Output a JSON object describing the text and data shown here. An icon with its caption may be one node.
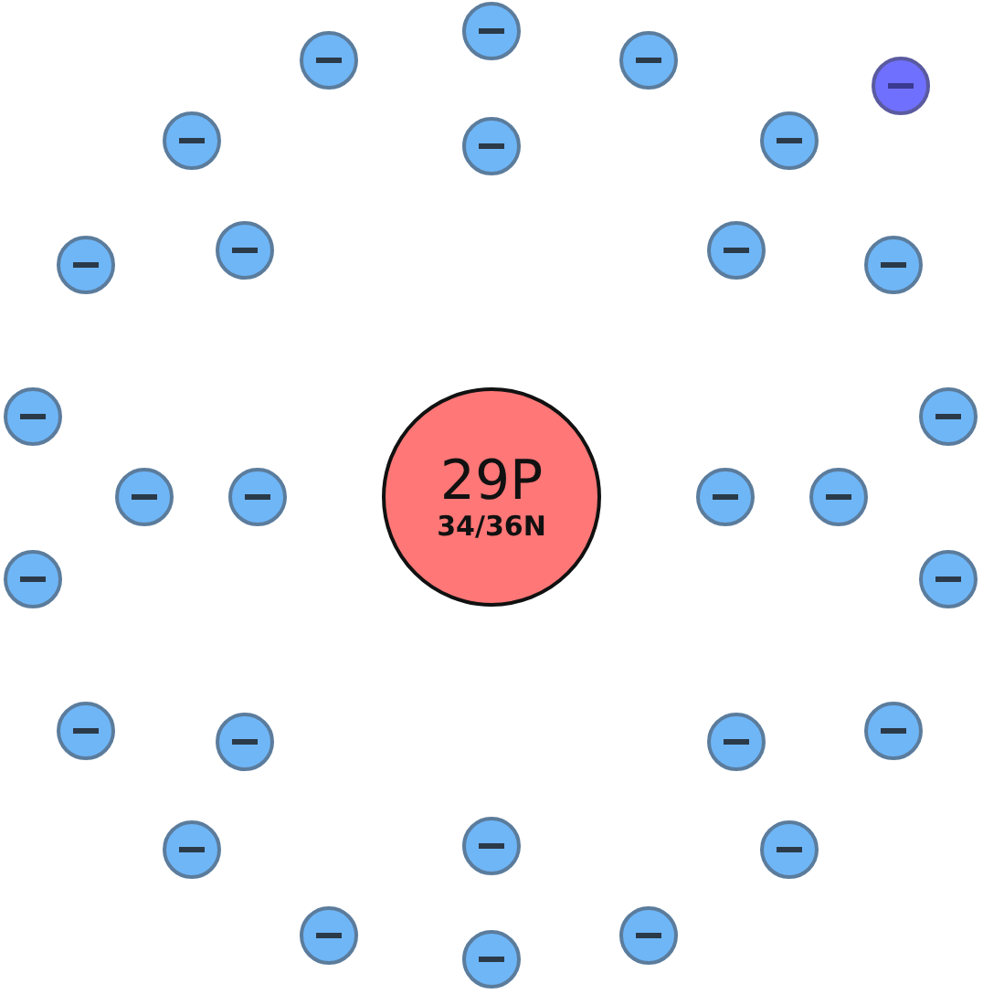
{
  "diagram": {
    "nodes": [
      {
        "text": [
          "29P",
          "34/36N"
        ]
      },
      {
        "text": [],
        "shape": "circle"
      },
      {
        "text": [],
        "shape": "circle"
      },
      {
        "text": [],
        "shape": "circle"
      },
      {
        "text": [],
        "shape": "circle"
      },
      {
        "text": [],
        "shape": "circle"
      },
      {
        "text": [],
        "shape": "circle"
      },
      {
        "text": [],
        "shape": "circle"
      },
      {
        "text": [],
        "shape": "circle"
      },
      {
        "text": [],
        "shape": "circle"
      },
      {
        "text": [],
        "shape": "circle"
      },
      {
        "text": [],
        "shape": "circle"
      },
      {
        "text": [],
        "shape": "circle"
      },
      {
        "text": [],
        "shape": "circle"
      },
      {
        "text": [],
        "shape": "circle"
      },
      {
        "text": [],
        "shape": "circle"
      },
      {
        "text": [],
        "shape": "circle"
      },
      {
        "text": [],
        "shape": "circle"
      },
      {
        "text": [],
        "shape": "circle"
      },
      {
        "text": [],
        "shape": "circle"
      },
      {
        "text": [],
        "shape": "circle"
      },
      {
        "text": [],
        "shape": "circle"
      },
      {
        "text": [],
        "shape": "circle"
      },
      {
        "text": [],
        "shape": "circle"
      },
      {
        "text": [],
        "shape": "circle"
      },
      {
        "text": [],
        "shape": "circle"
      },
      {
        "text": [],
        "shape": "circle"
      },
      {
        "text": [],
        "shape": "circle"
      },
      {
        "text": [],
        "shape": "circle"
      },
      {
        "text": [],
        "shape": "circle"
      }
    ]
  }
}
